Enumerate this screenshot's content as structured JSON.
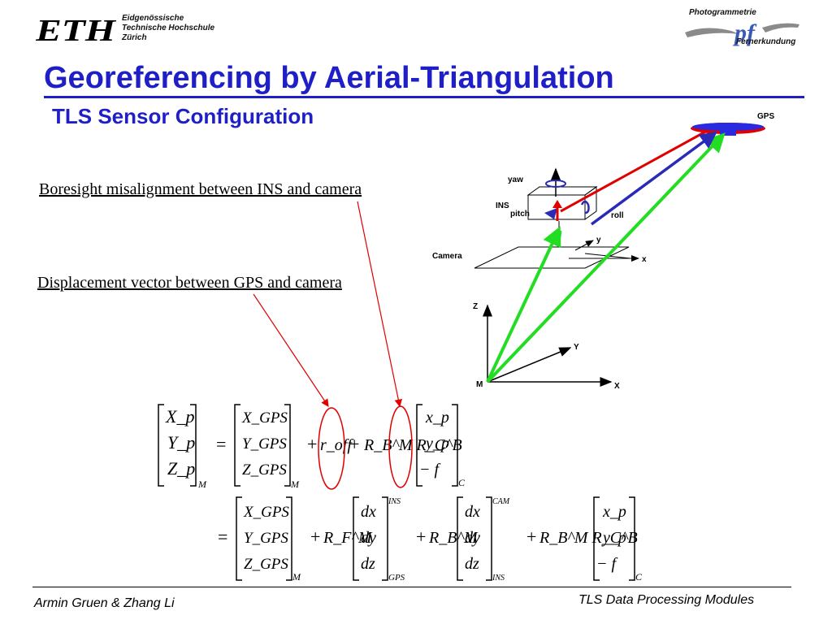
{
  "header": {
    "eth_logo_text": "ETH",
    "eth_lines": [
      "Eidgenössische",
      "Technische Hochschule",
      "Zürich"
    ],
    "pf_logo_top": "Photogrammetrie",
    "pf_logo_mark": "pf",
    "pf_logo_bottom": "Fernerkundung"
  },
  "title": "Georeferencing by Aerial-Triangulation",
  "subtitle": "TLS Sensor Configuration",
  "labels": {
    "boresight": "Boresight misalignment between INS and camera",
    "displacement": "Displacement vector between GPS and camera"
  },
  "diagram": {
    "gps": "GPS",
    "yaw": "yaw",
    "ins": "INS",
    "pitch": "pitch",
    "roll": "roll",
    "camera": "Camera",
    "cam_y": "y",
    "cam_x": "x",
    "axis_z": "Z",
    "axis_y": "Y",
    "axis_x": "X",
    "origin": "M"
  },
  "colors": {
    "title_blue": "#1f1fc8",
    "arrow_red": "#e00000",
    "arrow_green": "#22dd22",
    "arrow_blue": "#2a2ab8",
    "annotation_red": "#e00000"
  },
  "equation": {
    "row1": {
      "lhs": [
        "X_p",
        "Y_p",
        "Z_p"
      ],
      "lhs_sub": "M",
      "gps": [
        "X_GPS",
        "Y_GPS",
        "Z_GPS"
      ],
      "gps_sub": "M",
      "r_off": "r_off",
      "rot": "R_B^M R_C^B",
      "img": [
        "x_p",
        "y_p",
        "− f"
      ],
      "img_sub": "C"
    },
    "row2": {
      "gps": [
        "X_GPS",
        "Y_GPS",
        "Z_GPS"
      ],
      "gps_sub": "M",
      "rot1": "R_F^M",
      "vec1": [
        "dx",
        "dy",
        "dz"
      ],
      "vec1_sup": "INS",
      "vec1_sub": "GPS",
      "rot2": "R_B^M",
      "vec2": [
        "dx",
        "dy",
        "dz"
      ],
      "vec2_sup": "CAM",
      "vec2_sub": "INS",
      "rot3": "R_B^M R_C^B",
      "img": [
        "x_p",
        "y_p",
        "− f"
      ],
      "img_sub": "C"
    }
  },
  "footer": {
    "left": "Armin Gruen & Zhang Li",
    "right": "TLS Data Processing Modules"
  }
}
